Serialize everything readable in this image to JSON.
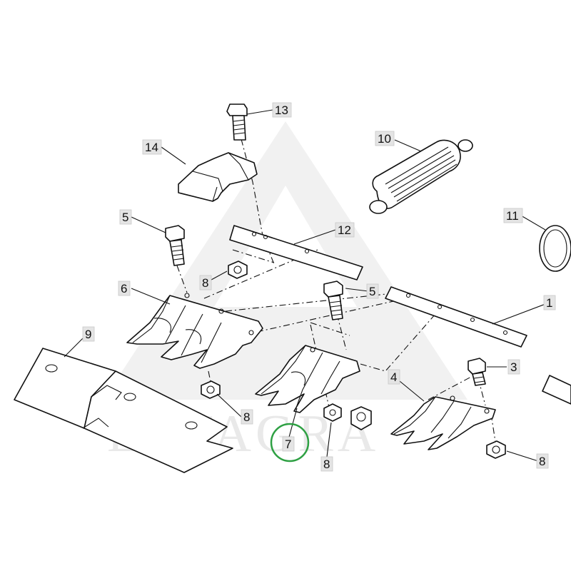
{
  "watermark": {
    "text": "LYTAGRA",
    "color": "#e9e9e9"
  },
  "highlight": {
    "label": "7",
    "ring_color": "#2ea043"
  },
  "callouts": [
    {
      "id": "c13",
      "label": "13"
    },
    {
      "id": "c14",
      "label": "14"
    },
    {
      "id": "c10",
      "label": "10"
    },
    {
      "id": "c11",
      "label": "11"
    },
    {
      "id": "c5a",
      "label": "5"
    },
    {
      "id": "c12",
      "label": "12"
    },
    {
      "id": "c8a",
      "label": "8"
    },
    {
      "id": "c6",
      "label": "6"
    },
    {
      "id": "c5b",
      "label": "5"
    },
    {
      "id": "c1",
      "label": "1"
    },
    {
      "id": "c9",
      "label": "9"
    },
    {
      "id": "c3",
      "label": "3"
    },
    {
      "id": "c4",
      "label": "4"
    },
    {
      "id": "c8b",
      "label": "8"
    },
    {
      "id": "c7",
      "label": "7"
    },
    {
      "id": "c8c",
      "label": "8"
    },
    {
      "id": "c8d",
      "label": "8"
    }
  ]
}
